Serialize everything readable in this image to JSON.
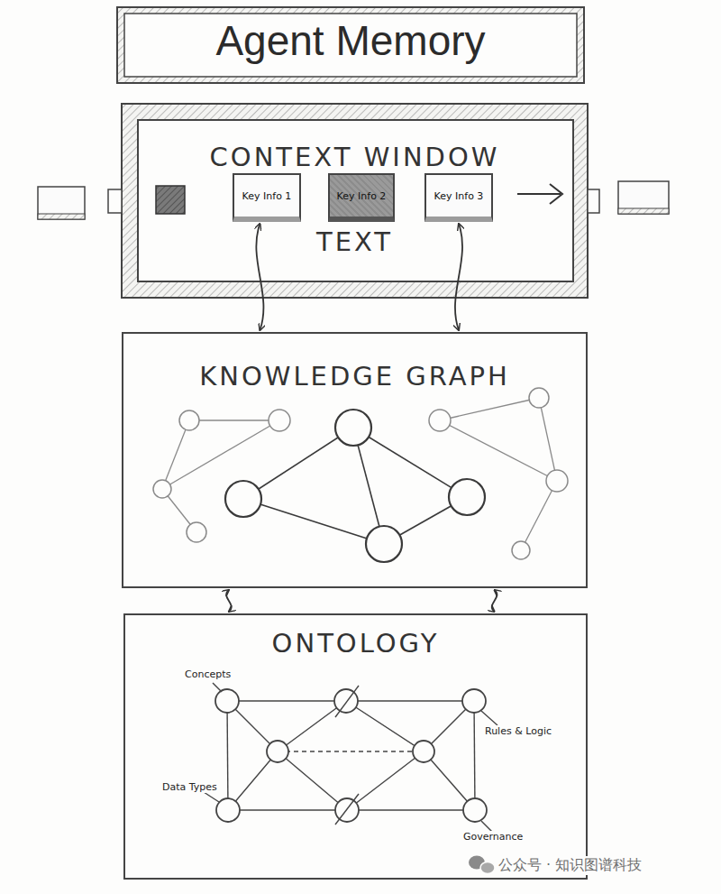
{
  "diagram": {
    "title": "Agent Memory",
    "nodes": [
      {
        "text": [
          "CONTEXT WINDOW",
          "TEXT"
        ]
      },
      {
        "text": [
          "Key Info 1"
        ],
        "in": 0
      },
      {
        "text": [
          "Key Info 2"
        ],
        "in": 0
      },
      {
        "text": [
          "Key Info 3"
        ],
        "in": 0
      },
      {
        "text": [
          "KNOWLEDGE GRAPH"
        ]
      },
      {
        "text": [
          "ONTOLOGY"
        ]
      }
    ],
    "edges": [
      {
        "from": 1,
        "to": 4,
        "arrow": "both"
      },
      {
        "from": 3,
        "to": 4,
        "arrow": "both"
      },
      {
        "from": 4,
        "to": 5,
        "arrow": "both"
      },
      {
        "from": 4,
        "to": 5,
        "arrow": "both"
      }
    ],
    "labels": [
      "Concepts",
      "Rules & Logic",
      "Data Types",
      "Governance",
      "公众号 · 知识图谱科技"
    ]
  }
}
